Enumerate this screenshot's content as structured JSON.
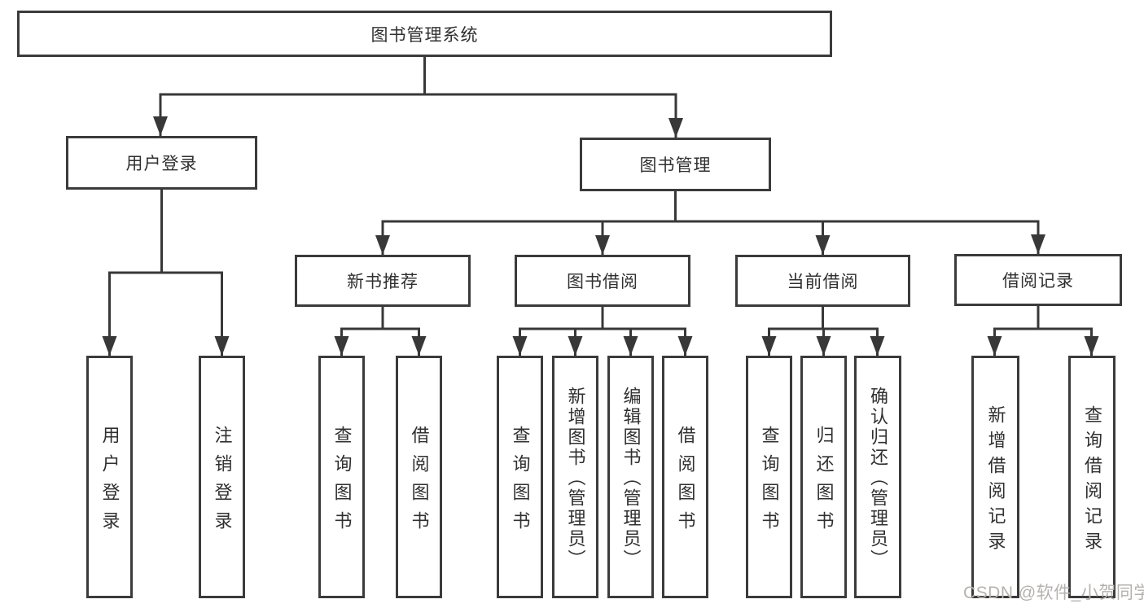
{
  "diagram": {
    "root": "图书管理系统",
    "level2": [
      "用户登录",
      "图书管理"
    ],
    "level3": [
      "新书推荐",
      "图书借阅",
      "当前借阅",
      "借阅记录"
    ],
    "leaves": [
      "用户登录",
      "注销登录",
      "查询图书",
      "借阅图书",
      "查询图书",
      "新增图书（管理员）",
      "编辑图书（管理员）",
      "借阅图书",
      "查询图书",
      "归还图书",
      "确认归还（管理员）",
      "新增借阅记录",
      "查询借阅记录"
    ],
    "watermark": "CSDN @软件_小贺同学",
    "colors": {
      "line": "#383838",
      "border": "#3b3b3b",
      "text": "#303030",
      "watermark": "#b5b1ae",
      "background": "#ffffff"
    }
  }
}
